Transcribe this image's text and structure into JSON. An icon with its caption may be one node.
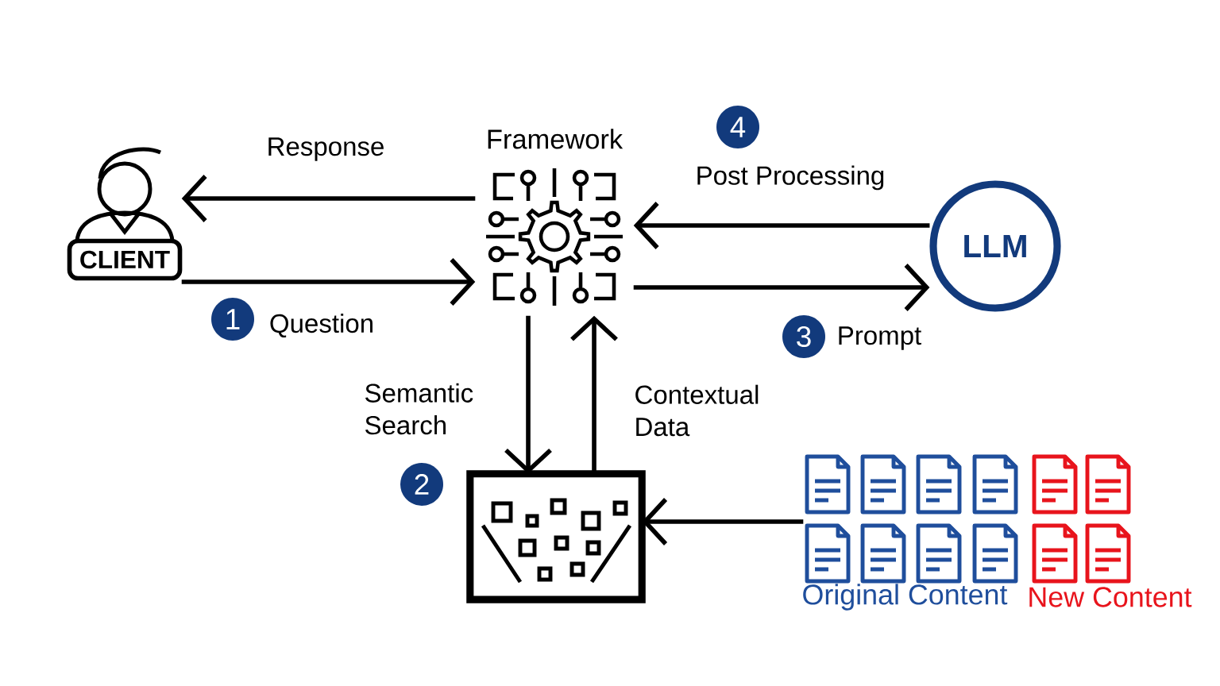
{
  "diagram": {
    "nodes": [
      {
        "text": [
          "CLIENT"
        ]
      },
      {
        "text": [
          "Framework"
        ]
      },
      {
        "text": [
          "LLM"
        ]
      },
      {
        "text": [],
        "shape": "picture"
      },
      {
        "text": [
          "Original Content",
          "New Content"
        ]
      },
      {
        "text": [
          "1"
        ]
      },
      {
        "text": [
          "2"
        ]
      },
      {
        "text": [
          "3"
        ]
      },
      {
        "text": [
          "4"
        ]
      }
    ],
    "edges": [
      {
        "from": 1,
        "to": 0,
        "arrow": "to",
        "label": "Response"
      },
      {
        "from": 0,
        "to": 1,
        "arrow": "to",
        "label": "Question"
      },
      {
        "from": 1,
        "to": 3,
        "arrow": "to",
        "label": "Semantic Search"
      },
      {
        "from": 3,
        "to": 1,
        "arrow": "to",
        "label": "Contextual Data"
      },
      {
        "from": 1,
        "to": 2,
        "arrow": "to",
        "label": "Prompt"
      },
      {
        "from": 2,
        "to": 1,
        "arrow": "to",
        "label": "Post Processing"
      },
      {
        "from": 4,
        "to": 3,
        "arrow": "to"
      }
    ]
  }
}
